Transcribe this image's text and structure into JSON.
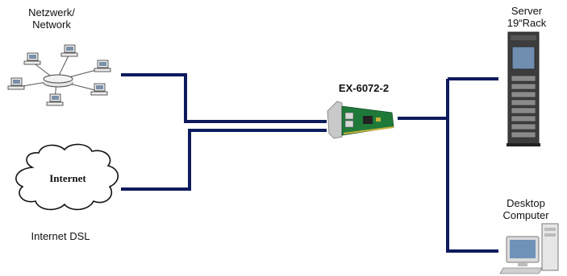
{
  "network": {
    "line1": "Netzwerk/",
    "line2": "Network"
  },
  "internet": {
    "cloud_text": "Internet",
    "label": "Internet DSL"
  },
  "card": {
    "label": "EX-6072-2"
  },
  "server": {
    "line1": "Server",
    "line2": "19“Rack"
  },
  "desktop": {
    "line1": "Desktop",
    "line2": "Computer"
  },
  "colors": {
    "link": "#0d1a5c",
    "card_pcb": "#1f7a3a",
    "rack": "#3a3a3a"
  }
}
